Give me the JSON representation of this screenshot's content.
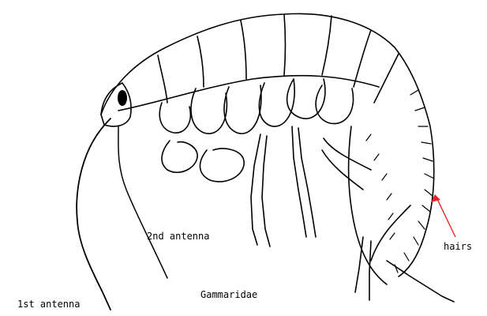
{
  "diagram": {
    "labels": {
      "second_antenna": "2nd antenna",
      "family": "Gammaridae",
      "first_antenna": "1st antenna",
      "hairs": "hairs"
    },
    "colors": {
      "ink": "#000000",
      "arrow": "#e8232a",
      "background": "#ffffff"
    }
  }
}
